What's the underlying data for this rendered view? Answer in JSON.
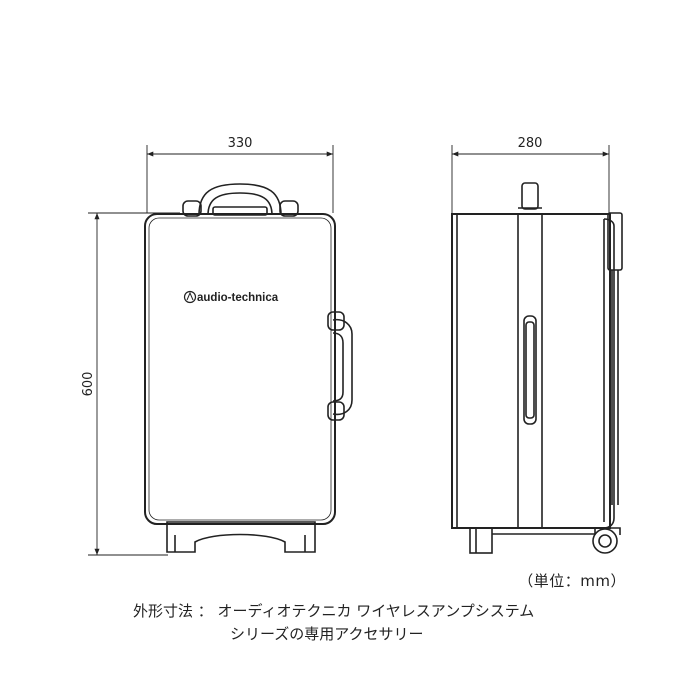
{
  "dimensions": {
    "front_width": "330",
    "side_depth": "280",
    "height": "600"
  },
  "logo_text": "audio-technica",
  "unit_label": "（単位：mm）",
  "caption": {
    "line1": "外形寸法 ： オーディオテクニカ ワイヤレスアンプシステム",
    "line2": "シリーズの専用アクセサリー"
  }
}
